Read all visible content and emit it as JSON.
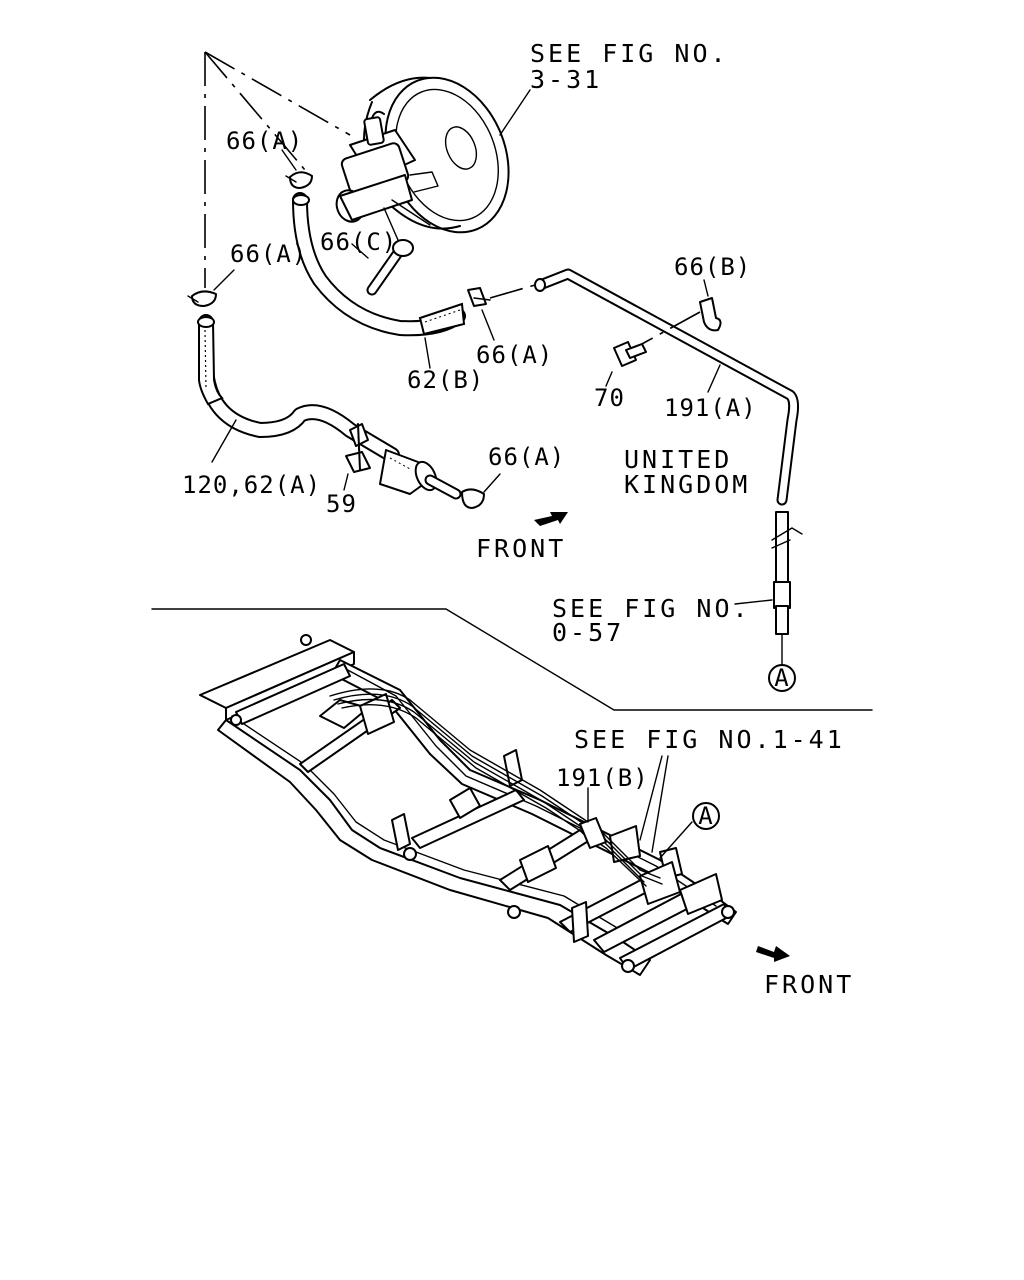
{
  "labels": {
    "see_fig_3_31_line1": "SEE FIG NO.",
    "see_fig_3_31_line2": "3-31",
    "clip_66a_top": "66(A)",
    "clip_66a_left": "66(A)",
    "clip_66c": "66(C)",
    "clip_66b": "66(B)",
    "clip_66a_mid": "66(A)",
    "clip_66a_lower": "66(A)",
    "hose_62b": "62(B)",
    "hose_120_62a": "120,62(A)",
    "part_59": "59",
    "bolt_70": "70",
    "pipe_191a": "191(A)",
    "region_line1": "UNITED",
    "region_line2": "KINGDOM",
    "front_upper": "FRONT",
    "see_fig_0_57_line1": "SEE FIG NO.",
    "see_fig_0_57_line2": "0-57",
    "marker_a_upper": "A",
    "see_fig_1_41": "SEE FIG NO.1-41",
    "pipe_191b": "191(B)",
    "marker_a_lower": "A",
    "front_lower": "FRONT"
  },
  "icons": [
    "front-arrow-icon",
    "front-arrow-icon"
  ]
}
